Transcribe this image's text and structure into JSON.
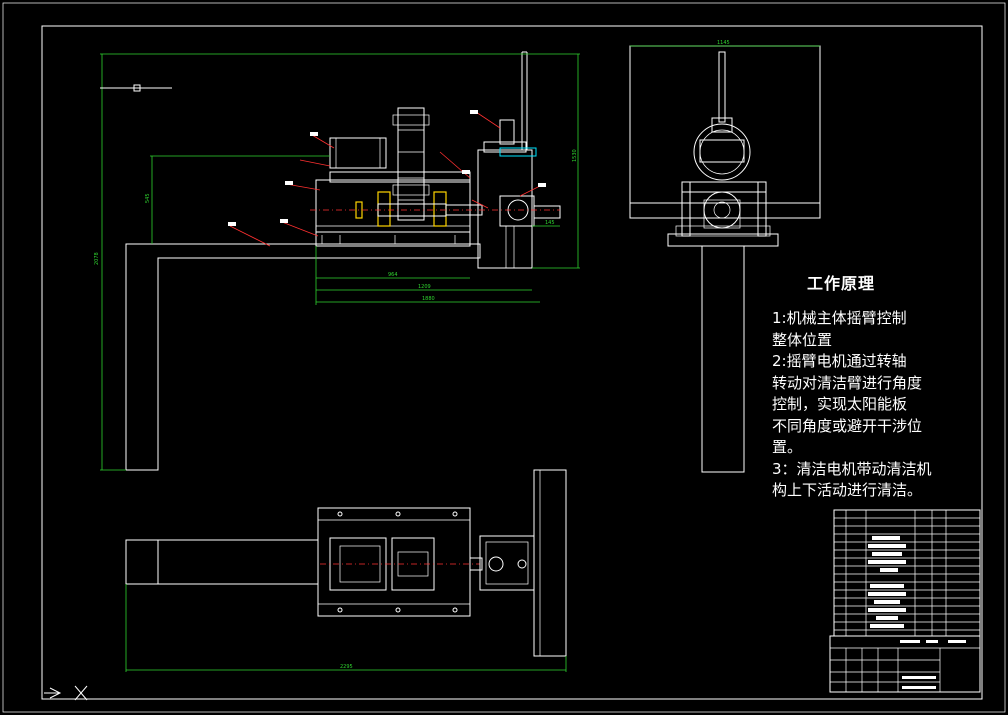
{
  "drawing": {
    "dimensions": {
      "overall_length": "2295",
      "base_1": "964",
      "base_2": "1209",
      "base_3": "1880",
      "height_left": "2078",
      "height_mid": "545",
      "height_right": "1530",
      "arm_offset": "145",
      "top_view_width": "1145"
    }
  },
  "notes": {
    "title": "工作原理",
    "lines": [
      "1:机械主体摇臂控制",
      "整体位置",
      "2:摇臂电机通过转轴",
      "转动对清洁臂进行角度",
      "控制，实现太阳能板",
      "不同角度或避开干涉位",
      "置。",
      "3：清洁电机带动清洁机",
      "构上下活动进行清洁。"
    ]
  },
  "colors": {
    "background": "#000000",
    "line": "#ffffff",
    "dimension": "#2fd52f",
    "leader": "#ff3030",
    "bearing": "#ffd400",
    "accent": "#00e5ff"
  }
}
